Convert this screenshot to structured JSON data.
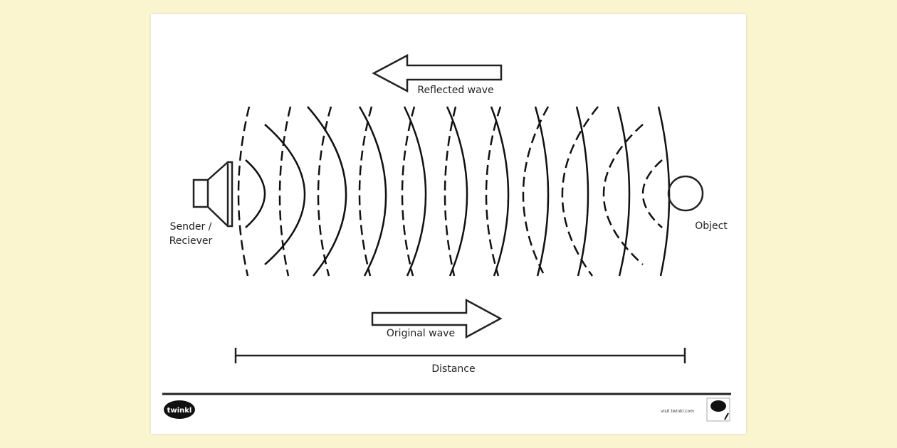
{
  "labels": {
    "reflected_wave": "Reflected wave",
    "original_wave": "Original wave",
    "sender": "Sender /",
    "receiver": "Reciever",
    "object": "Object",
    "distance": "Distance"
  },
  "footer": {
    "logo": "twinkl",
    "url": "visit twinkl.com"
  }
}
